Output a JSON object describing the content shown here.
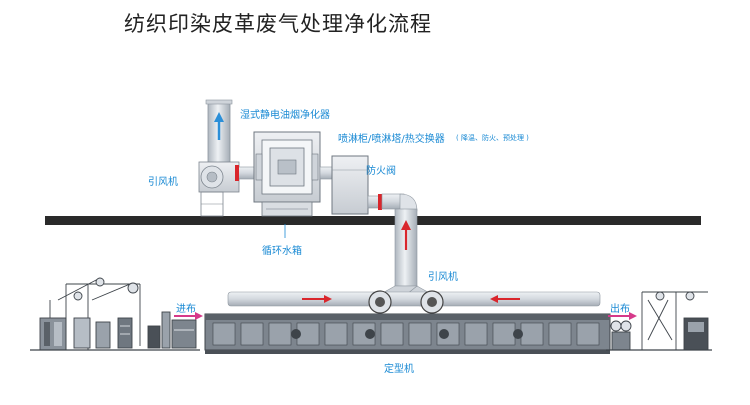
{
  "title": "纺织印染皮革废气处理净化流程",
  "labels": {
    "wet_esp": "湿式静电油烟净化器",
    "spray_tower": "喷淋柜/喷淋塔/热交换器",
    "spray_tower_note": "( 降温、防火、预处理 )",
    "fire_valve": "防火阀",
    "fan_left": "引风机",
    "water_tank": "循环水箱",
    "fan_center": "引风机",
    "fabric_in": "进布",
    "fabric_out": "出布",
    "setting_machine": "定型机"
  },
  "colors": {
    "pipe": "#c9cfd6",
    "pipe_dark": "#9aa3ad",
    "floor": "#2a2a2a",
    "arrow_blue": "#2b8fd8",
    "arrow_red": "#d9262c",
    "arrow_pink": "#d63a8a",
    "label": "#1a8ad4"
  }
}
